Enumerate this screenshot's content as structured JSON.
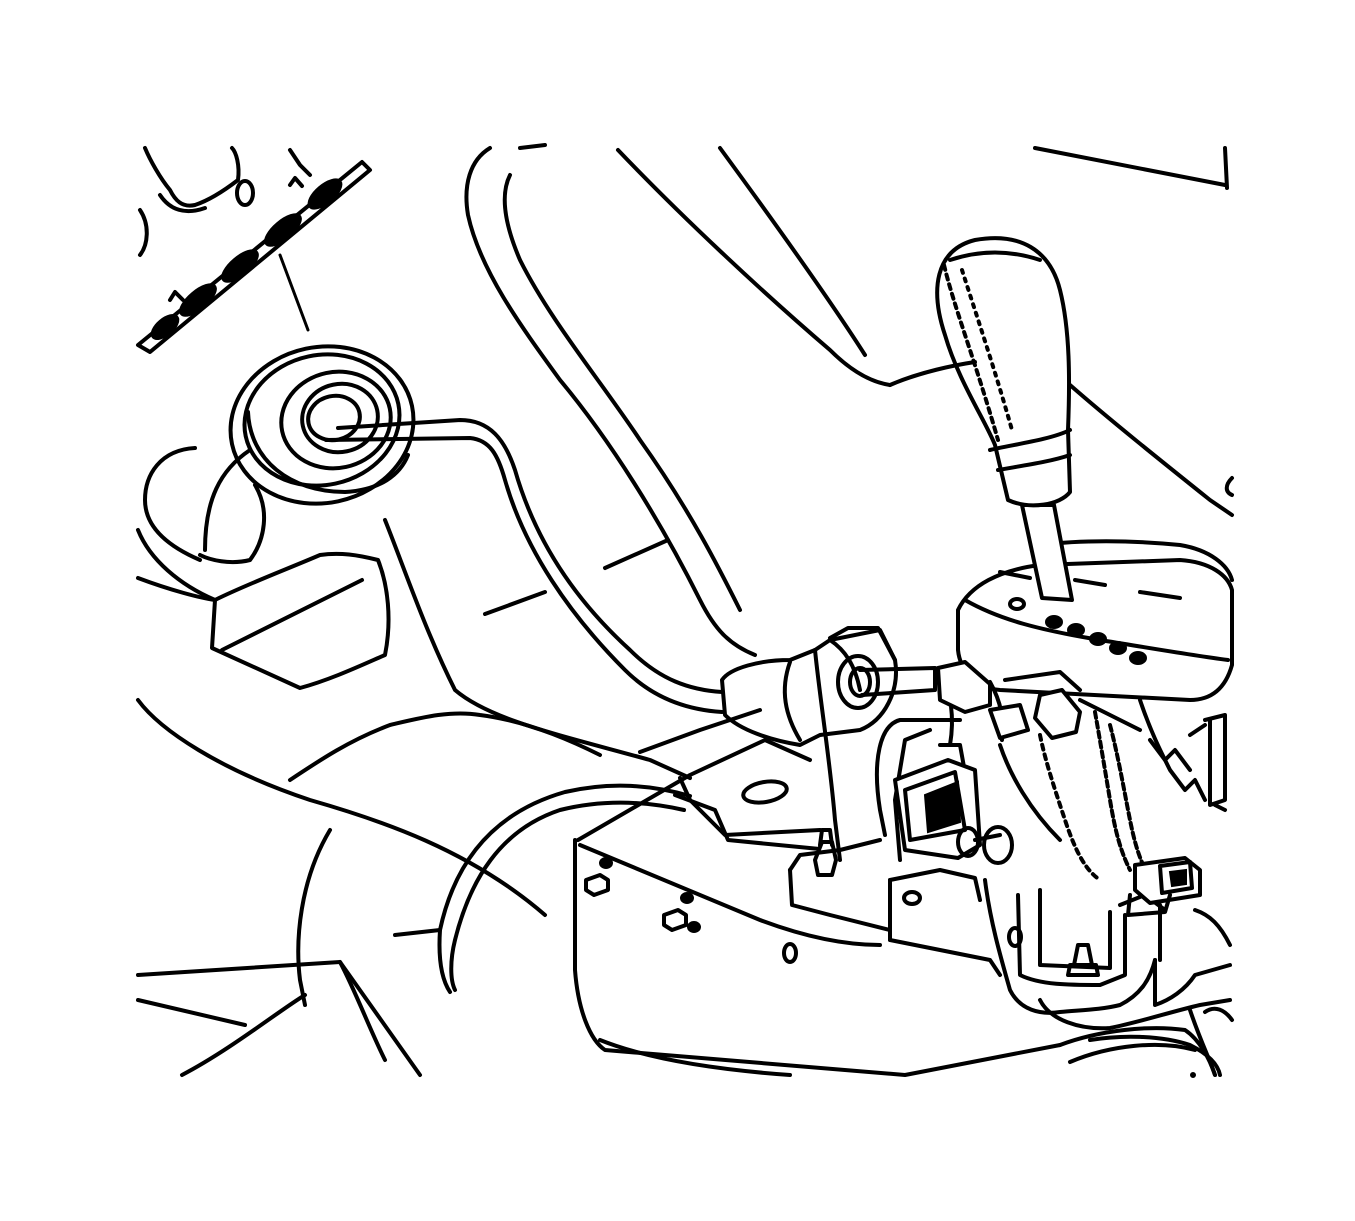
{
  "figure": {
    "description_visible_text": "",
    "colors": {
      "line": "#000000",
      "background": "#ffffff"
    },
    "components": [
      "floor-panel",
      "shifter-cable",
      "cable-grommet",
      "grommet-retainer-plate",
      "shift-knob",
      "shift-lever",
      "shifter-base-assembly",
      "cable-bracket",
      "wiring-harness",
      "electrical-connector",
      "mounting-stud"
    ]
  }
}
